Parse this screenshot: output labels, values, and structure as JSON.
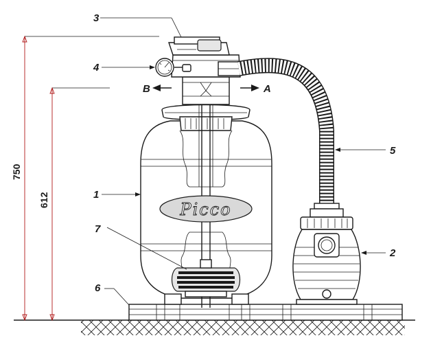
{
  "brand": "Picco",
  "dimensions": {
    "total_height": "750",
    "port_height": "612"
  },
  "flow_labels": {
    "left": "B",
    "right": "A"
  },
  "callouts": {
    "tank": "1",
    "pump": "2",
    "valve": "3",
    "gauge": "4",
    "hose": "5",
    "base": "6",
    "lateral": "7"
  }
}
